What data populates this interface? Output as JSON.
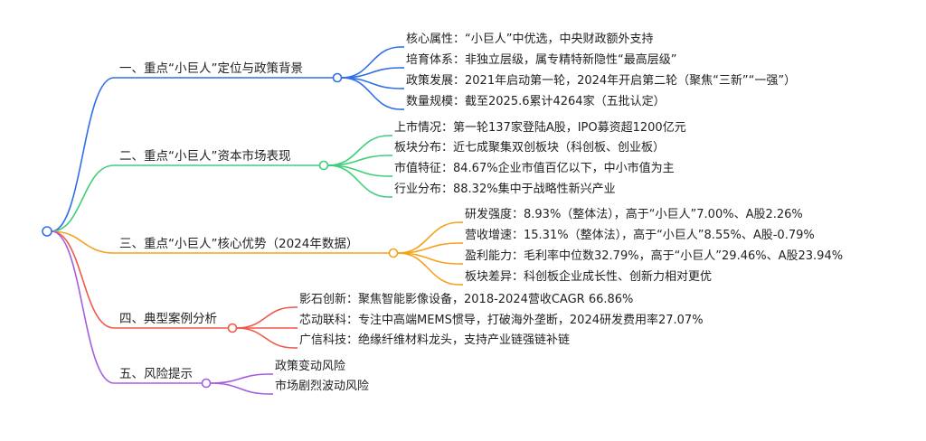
{
  "mindmap": {
    "branches": [
      {
        "label": "一、重点“小巨人”定位与政策背景",
        "color": "#2f6fe8",
        "children": [
          "核心属性：“小巨人”中优选，中央财政额外支持",
          "培育体系：非独立层级，属专精特新隐性“最高层级”",
          "政策发展：2021年启动第一轮，2024年开启第二轮（聚焦“三新”“一强”）",
          "数量规模：截至2025.6累计4264家（五批认定）"
        ]
      },
      {
        "label": "二、重点“小巨人”资本市场表现",
        "color": "#3fcf7a",
        "children": [
          "上市情况：第一轮137家登陆A股，IPO募资超1200亿元",
          "板块分布：近七成聚集双创板块（科创板、创业板）",
          "市值特征：84.67%企业市值百亿以下，中小市值为主",
          "行业分布：88.32%集中于战略性新兴产业"
        ]
      },
      {
        "label": "三、重点“小巨人”核心优势（2024年数据）",
        "color": "#f5a21c",
        "children": [
          "研发强度：8.93%（整体法），高于“小巨人”7.00%、A股2.26%",
          "营收增速：15.31%（整体法），高于“小巨人”8.55%、A股-0.79%",
          "盈利能力：毛利率中位数32.79%，高于“小巨人”29.46%、A股23.94%",
          "板块差异：科创板企业成长性、创新力相对更优"
        ]
      },
      {
        "label": "四、典型案例分析",
        "color": "#f0584a",
        "children": [
          "影石创新：聚焦智能影像设备，2018-2024营收CAGR 66.86%",
          "芯动联科：专注中高端MEMS惯导，打破海外垄断，2024研发费用率27.07%",
          "广信科技：绝缘纤维材料龙头，支持产业链强链补链"
        ]
      },
      {
        "label": "五、风险提示",
        "color": "#a35ee0",
        "children": [
          "政策变动风险",
          "市场剧烈波动风险"
        ]
      }
    ]
  }
}
